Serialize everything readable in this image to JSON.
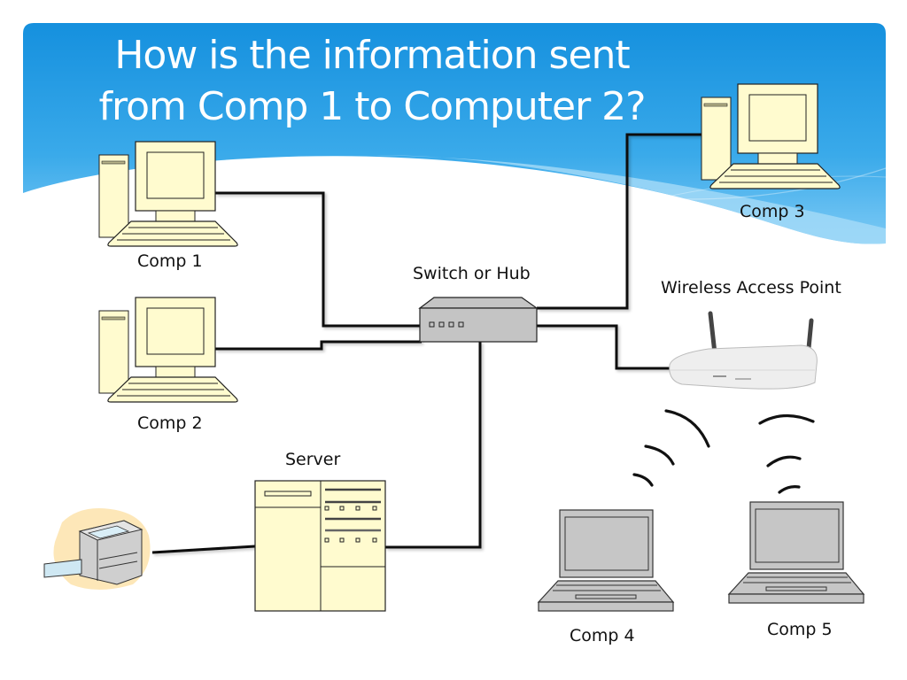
{
  "slide": {
    "title_line1": "How is the information sent",
    "title_line2": "from Comp 1 to Computer 2?"
  },
  "nodes": {
    "comp1": {
      "label": "Comp 1",
      "type": "desktop"
    },
    "comp2": {
      "label": "Comp 2",
      "type": "desktop"
    },
    "comp3": {
      "label": "Comp 3",
      "type": "desktop"
    },
    "comp4": {
      "label": "Comp 4",
      "type": "laptop"
    },
    "comp5": {
      "label": "Comp 5",
      "type": "laptop"
    },
    "switch": {
      "label": "Switch or Hub",
      "type": "switch"
    },
    "wap": {
      "label": "Wireless Access Point",
      "type": "wireless-router"
    },
    "server": {
      "label": "Server",
      "type": "server"
    },
    "printer": {
      "label": "",
      "type": "printer"
    }
  },
  "connections": [
    {
      "from": "comp1",
      "to": "switch",
      "medium": "wired"
    },
    {
      "from": "comp2",
      "to": "switch",
      "medium": "wired"
    },
    {
      "from": "comp3",
      "to": "switch",
      "medium": "wired"
    },
    {
      "from": "wap",
      "to": "switch",
      "medium": "wired"
    },
    {
      "from": "server",
      "to": "switch",
      "medium": "wired"
    },
    {
      "from": "printer",
      "to": "server",
      "medium": "wired"
    },
    {
      "from": "wap",
      "to": "comp4",
      "medium": "wireless"
    },
    {
      "from": "wap",
      "to": "comp5",
      "medium": "wireless"
    }
  ],
  "colors": {
    "header_blue": "#1a8fdf",
    "header_light": "#6cc3f3",
    "desktop_fill": "#fffbcf",
    "device_gray": "#c0c0c0",
    "cable": "#111111"
  }
}
